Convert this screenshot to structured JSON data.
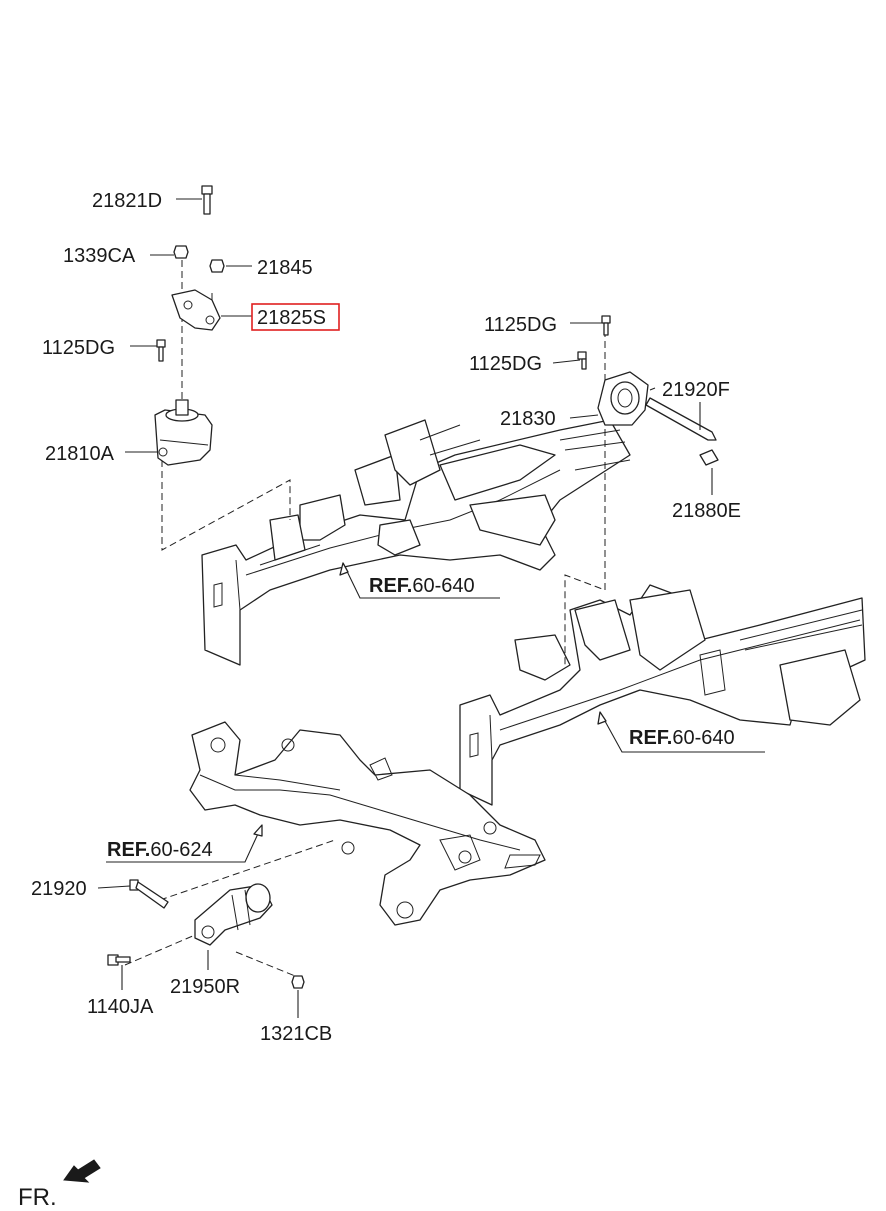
{
  "callouts": {
    "p21821D": "21821D",
    "p1339CA": "1339CA",
    "p21845": "21845",
    "p21825S": "21825S",
    "p1125DG_left": "1125DG",
    "p21810A": "21810A",
    "p1125DG_right_top": "1125DG",
    "p1125DG_right_mid": "1125DG",
    "p21920F": "21920F",
    "p21830": "21830",
    "p21880E": "21880E",
    "p21920": "21920",
    "p1140JA": "1140JA",
    "p21950R": "21950R",
    "p1321CB": "1321CB"
  },
  "references": {
    "ref_left_frame": {
      "prefix": "REF.",
      "code": "60-640"
    },
    "ref_right_frame": {
      "prefix": "REF.",
      "code": "60-640"
    },
    "ref_subframe": {
      "prefix": "REF.",
      "code": "60-624"
    }
  },
  "direction": {
    "label": "FR."
  },
  "highlight": {
    "part": "21825S",
    "color": "#e02020"
  }
}
